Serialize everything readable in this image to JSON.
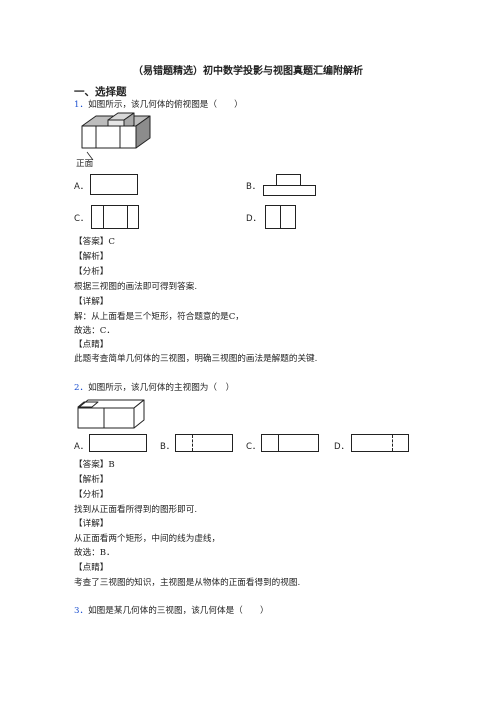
{
  "title": "（易错题精选）初中数学投影与视图真题汇编附解析",
  "section": "一、选择题",
  "q1": {
    "num": "1．",
    "text": "如图所示，该几何体的俯视图是（　　）",
    "front_label": "正面",
    "opts": [
      "A．",
      "B．",
      "C．",
      "D．"
    ],
    "answer": "【答案】C",
    "jiexi": "【解析】",
    "fenxi": "【分析】",
    "fenxi_text": "根据三视图的画法即可得到答案.",
    "xiangjie": "【详解】",
    "detail": "解：从上面看是三个矩形，符合题意的是C，",
    "conclusion": "故选：C．",
    "dianjing": "【点睛】",
    "dianjing_text": "此题考查简单几何体的三视图，明确三视图的画法是解题的关键."
  },
  "q2": {
    "num": "2．",
    "text": "如图所示，该几何体的主视图为（　）",
    "opts": [
      "A．",
      "B．",
      "C．",
      "D．"
    ],
    "answer": "【答案】B",
    "jiexi": "【解析】",
    "fenxi": "【分析】",
    "fenxi_text": "找到从正面看所得到的图形即可.",
    "xiangjie": "【详解】",
    "detail": "从正面看两个矩形，中间的线为虚线，",
    "conclusion": "故选：B．",
    "dianjing": "【点睛】",
    "dianjing_text": "考查了三视图的知识，主视图是从物体的正面看得到的视图."
  },
  "q3": {
    "num": "3．",
    "text": "如图是某几何体的三视图，该几何体是（　　）"
  }
}
